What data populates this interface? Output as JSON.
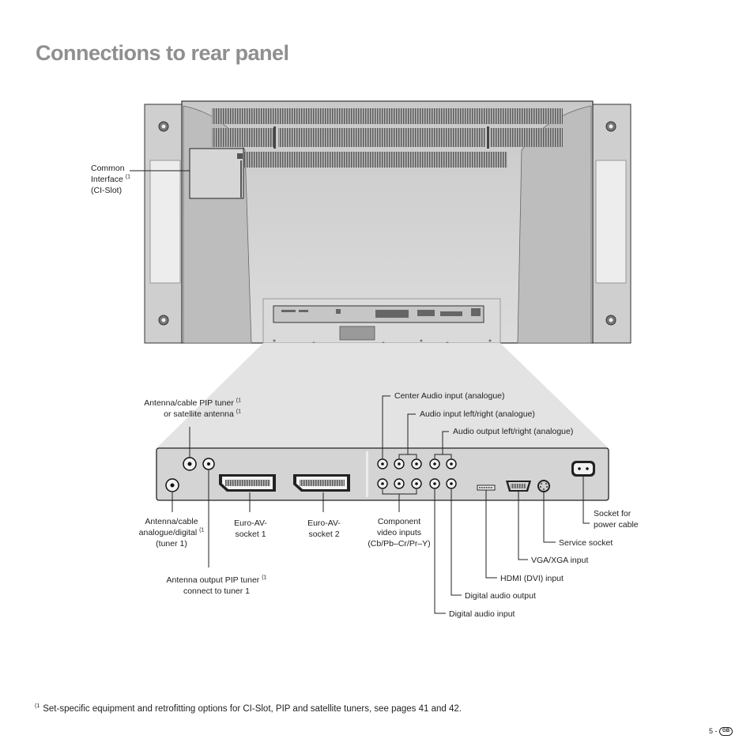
{
  "page": {
    "title": "Connections to rear panel",
    "page_number": "5 -",
    "lang_badge": "GB"
  },
  "labels": {
    "common_interface": [
      "Common",
      "Interface",
      "(CI-Slot)"
    ],
    "pip_antenna": [
      "Antenna/cable PIP tuner",
      "or satellite antenna"
    ],
    "center_audio": "Center Audio input (analogue)",
    "audio_in": "Audio input left/right (analogue)",
    "audio_out": "Audio output left/right (analogue)",
    "antenna_main": [
      "Antenna/cable",
      "analogue/digital",
      "(tuner 1)"
    ],
    "euro_av1": [
      "Euro-AV-",
      "socket 1"
    ],
    "euro_av2": [
      "Euro-AV-",
      "socket 2"
    ],
    "component": [
      "Component",
      "video inputs",
      "(Cb/Pb–Cr/Pr–Y)"
    ],
    "power": [
      "Socket for",
      "power cable"
    ],
    "service": "Service socket",
    "vga": "VGA/XGA input",
    "hdmi": "HDMI (DVI) input",
    "antenna_out_pip": [
      "Antenna output PIP tuner",
      "connect to tuner 1"
    ],
    "digital_audio_out": "Digital audio output",
    "digital_audio_in": "Digital audio input",
    "footnote_marker": "(1"
  },
  "footnote": {
    "marker": "(1",
    "text": "Set-specific equipment and retrofitting options for CI-Slot, PIP and satellite tuners, see pages 41 and 42."
  }
}
